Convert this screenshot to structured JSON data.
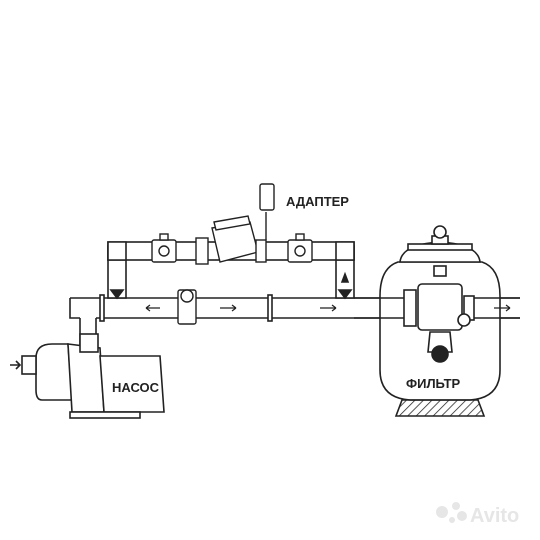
{
  "labels": {
    "adapter": "АДАПТЕР",
    "pump": "НАСОС",
    "filter": "ФИЛЬТР",
    "watermark": "Avito"
  },
  "icons": {
    "watermark_logo": "avito-logo-icon",
    "flow_arrows": "flow-arrow-icon"
  },
  "colors": {
    "line": "#222222",
    "background": "#ffffff",
    "watermark": "#e6e6e6"
  }
}
